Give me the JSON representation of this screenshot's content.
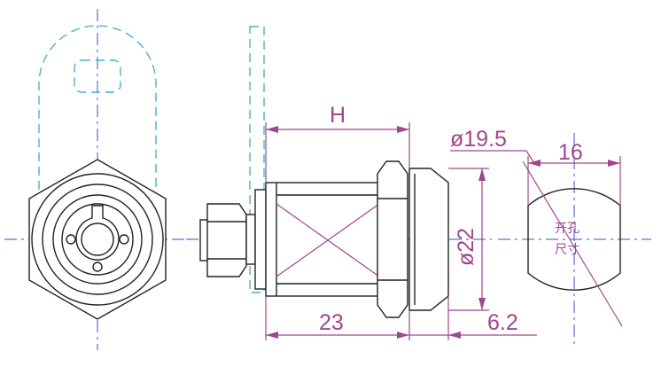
{
  "dimensions": {
    "h": "H",
    "dia_19_5": "ø19.5",
    "width_16": "16",
    "dia_22": "ø22",
    "length_23": "23",
    "thickness_6_2": "6.2"
  },
  "hole_note": {
    "line1": "开孔",
    "line2": "尺寸"
  },
  "colors": {
    "outline": "#222222",
    "centerline": "#5a6fd6",
    "hidden": "#47b3c7",
    "dimension": "#a0468f"
  }
}
